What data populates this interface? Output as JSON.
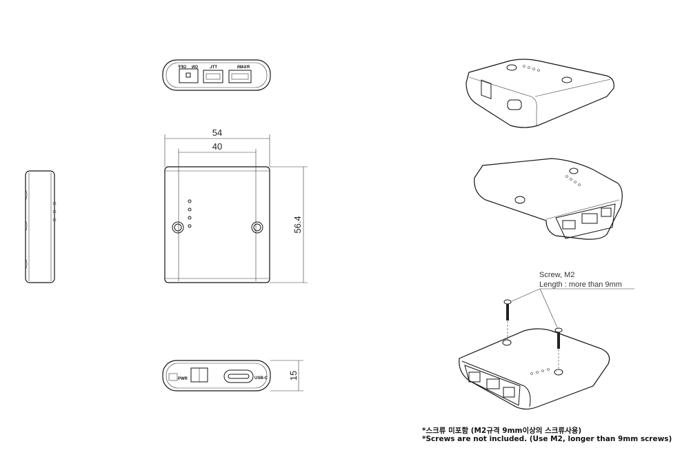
{
  "top_view": {
    "labels": {
      "off": "OFF",
      "on": "ON",
      "ttl": "TTL",
      "rs485": "RS485"
    }
  },
  "front_view": {
    "dimensions": {
      "width_outer": "54",
      "width_holes": "40",
      "height": "56.4"
    }
  },
  "bottom_view": {
    "labels": {
      "pwr": "PWR",
      "usbc": "USB-C"
    },
    "dimensions": {
      "thickness": "15"
    }
  },
  "screw_callout": {
    "line1": "Screw, M2",
    "line2": "Length : more than 9mm"
  },
  "notes": {
    "korean": "*스크류 미포함 (M2규격 9mm이상의 스크류사용)",
    "english": "*Screws are not included. (Use M2, longer than 9mm screws)"
  }
}
